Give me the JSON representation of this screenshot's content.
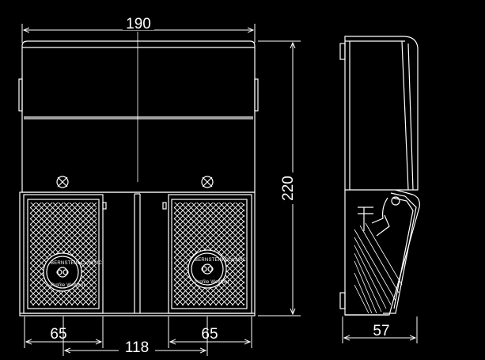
{
  "dimensions": {
    "width_top": "190",
    "height_right": "220",
    "foot_left": "65",
    "foot_center": "118",
    "foot_right": "65",
    "depth_side": "57"
  },
  "logo": {
    "text_top": "BERNSTEIN CLASSIC",
    "text_bottom": "Profile Wellfoot"
  },
  "colors": {
    "background": "#000000",
    "line": "#ffffff"
  }
}
